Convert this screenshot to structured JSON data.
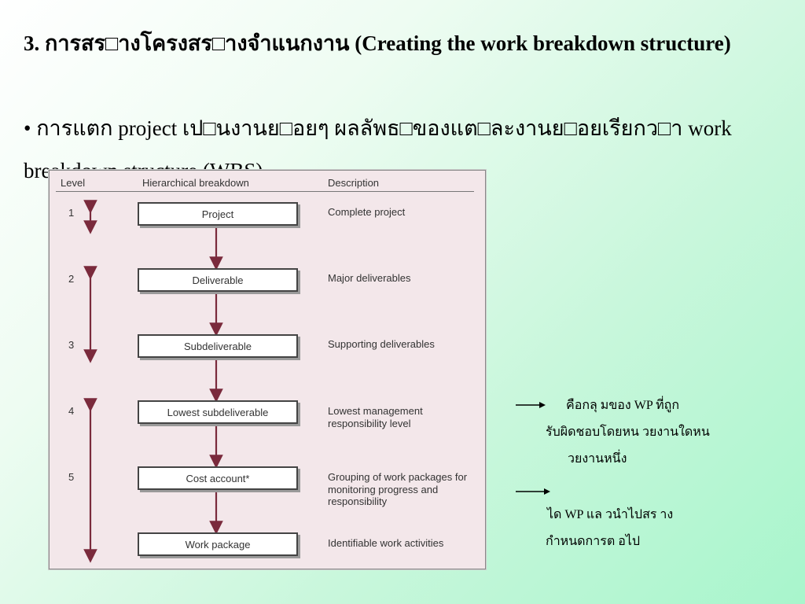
{
  "title": "3.  การสร□างโครงสร□างจำแนกงาน (Creating the work breakdown structure)",
  "bullet": "• การแตก project เป□นงานย□อยๆ ผลลัพธ□ของแต□ละงานย□อยเรียกว□า work breakdown structure (WBS)",
  "diagram": {
    "headers": {
      "level": "Level",
      "breakdown": "Hierarchical breakdown",
      "description": "Description"
    },
    "rows": [
      {
        "level": "1",
        "box": "Project",
        "desc": "Complete project"
      },
      {
        "level": "2",
        "box": "Deliverable",
        "desc": "Major deliverables"
      },
      {
        "level": "3",
        "box": "Subdeliverable",
        "desc": "Supporting deliverables"
      },
      {
        "level": "4",
        "box": "Lowest subdeliverable",
        "desc": "Lowest management responsibility level"
      },
      {
        "level": "5",
        "box": "Cost account*",
        "desc": "Grouping of work packages for monitoring progress and responsibility"
      },
      {
        "level": "",
        "box": "Work package",
        "desc": "Identifiable work activities"
      }
    ],
    "arrow_color": "#7a2a3c"
  },
  "notes": [
    {
      "lines": [
        "คือกลุ    มของ WP ที่ถูก",
        "รับผิดชอบโดยหน    วยงานใดหน",
        "วยงานหนึ่ง"
      ]
    },
    {
      "lines": [
        "ได       WP แล    วนำไปสร     าง",
        "กำหนดการต     อไป"
      ]
    }
  ]
}
